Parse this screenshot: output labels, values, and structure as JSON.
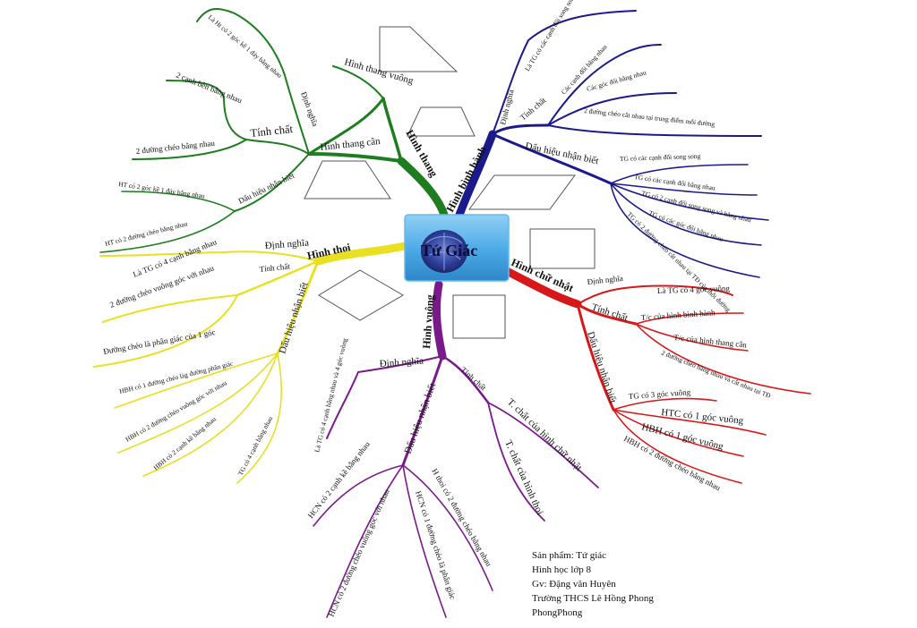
{
  "center": {
    "title": "Tứ Giác"
  },
  "branches": {
    "hinh_thang": {
      "label": "Hình thang",
      "color": "#1e7d1e",
      "children": {
        "ht_vuong": "Hình thang vuông",
        "ht_can": "Hình thang cân",
        "dinh_nghia": "Định nghĩa",
        "dn_text": "Là Ht có 2 góc kề 1 đáy bằng nhau",
        "tinh_chat": "Tính chất",
        "tc1": "2 cạnh bên bằng nhau",
        "tc2": "2 đường chéo bằng nhau",
        "dau_hieu": "Dấu hiệu nhận biết",
        "dh1": "HT có 2 góc kề 1 đáy bằng nhau",
        "dh2": "HT có 2 đường chéo bằng nhau"
      }
    },
    "hinh_binh_hanh": {
      "label": "Hình bình hành",
      "color": "#1a1a8c",
      "children": {
        "dinh_nghia": "Định nghĩa",
        "dn_text": "Là TG có các cạnh đối song song",
        "tinh_chat": "Tính chất",
        "tc1": "Các cạnh đối bằng nhau",
        "tc2": "Các góc đối bằng nhau",
        "tc3": "2 đường chéo cắt nhau tại trung điểm mỗi đường",
        "dau_hieu": "Dấu hiệu nhận biết",
        "dh1": "TG có các cạnh đối song song",
        "dh2": "TG có các cạnh đối bằng nhau",
        "dh3": "TG có 2 cạnh đối song song và bằng nhau",
        "dh4": "TG có các góc đối bằng nhau",
        "dh5": "TG có 2 đường chéo cắt nhau tại TĐ của mỗi đường"
      }
    },
    "hinh_thoi": {
      "label": "Hình thoi",
      "color": "#e8e020",
      "children": {
        "dinh_nghia": "Định nghĩa",
        "dn_text": "Là TG có 4 cạnh bằng nhau",
        "tinh_chat": "Tính chất",
        "tc1": "2 đường chéo vuông góc với nhau",
        "tc2": "Đường chéo là phân giác của 1 góc",
        "dau_hieu": "Dấu hiệu nhận biết",
        "dh1": "HBH có 1 đường chéo làg đường phân giác",
        "dh2": "HBH có 2 đường chéo vuông góc với nhau",
        "dh3": "HBH có 2 cạnh kề bằng nhau",
        "dh4": "TG có 4 cạnh bằng nhau"
      }
    },
    "hinh_chu_nhat": {
      "label": "Hình chữ nhật",
      "color": "#d81818",
      "children": {
        "dinh_nghia": "Định nghĩa",
        "dn_text": "Là TG có 4 góc vuông",
        "tinh_chat": "Tính chất",
        "tc1": "T/c của hình bình hành",
        "tc2": "T/c của hình thang cân",
        "tc3": "2 đường chéo bằng nhau và cắt nhau tại TĐ",
        "dau_hieu": "Dấu hiệu nhận biết",
        "dh1": "TG có 3 góc vuông",
        "dh2": "HTC có 1 góc vuông",
        "dh3": "HBH có 1 góc vuông",
        "dh4": "HBH có 2 đường chéo bằng nhau"
      }
    },
    "hinh_vuong": {
      "label": "Hình vuông",
      "color": "#7a1a8a",
      "children": {
        "dinh_nghia": "Định nghĩa",
        "dn_text": "Là TG có 4 cạnh bằng nhau và 4 góc vuông",
        "tinh_chat": "Tính chất",
        "tc1": "T. chất của hình chữ nhật",
        "tc2": "T. chất của hình thoi",
        "dau_hieu": "Dấu hiệu nhận biết",
        "dh1": "HCN có 2 cạnh kề bằng nhau",
        "dh2": "HCN có 2 đường chéo vuông góc với nhau",
        "dh3": "HCN có 1 đường chéo là phân giác",
        "dh4": "H thoi có 2 đường chéo bằng nhau"
      }
    }
  },
  "credits": [
    "Sản phẩm: Tứ giác",
    "Hình học lớp 8",
    "Gv: Đặng văn Huyên",
    "Trường THCS Lê Hồng Phong",
    "PhongPhong"
  ]
}
